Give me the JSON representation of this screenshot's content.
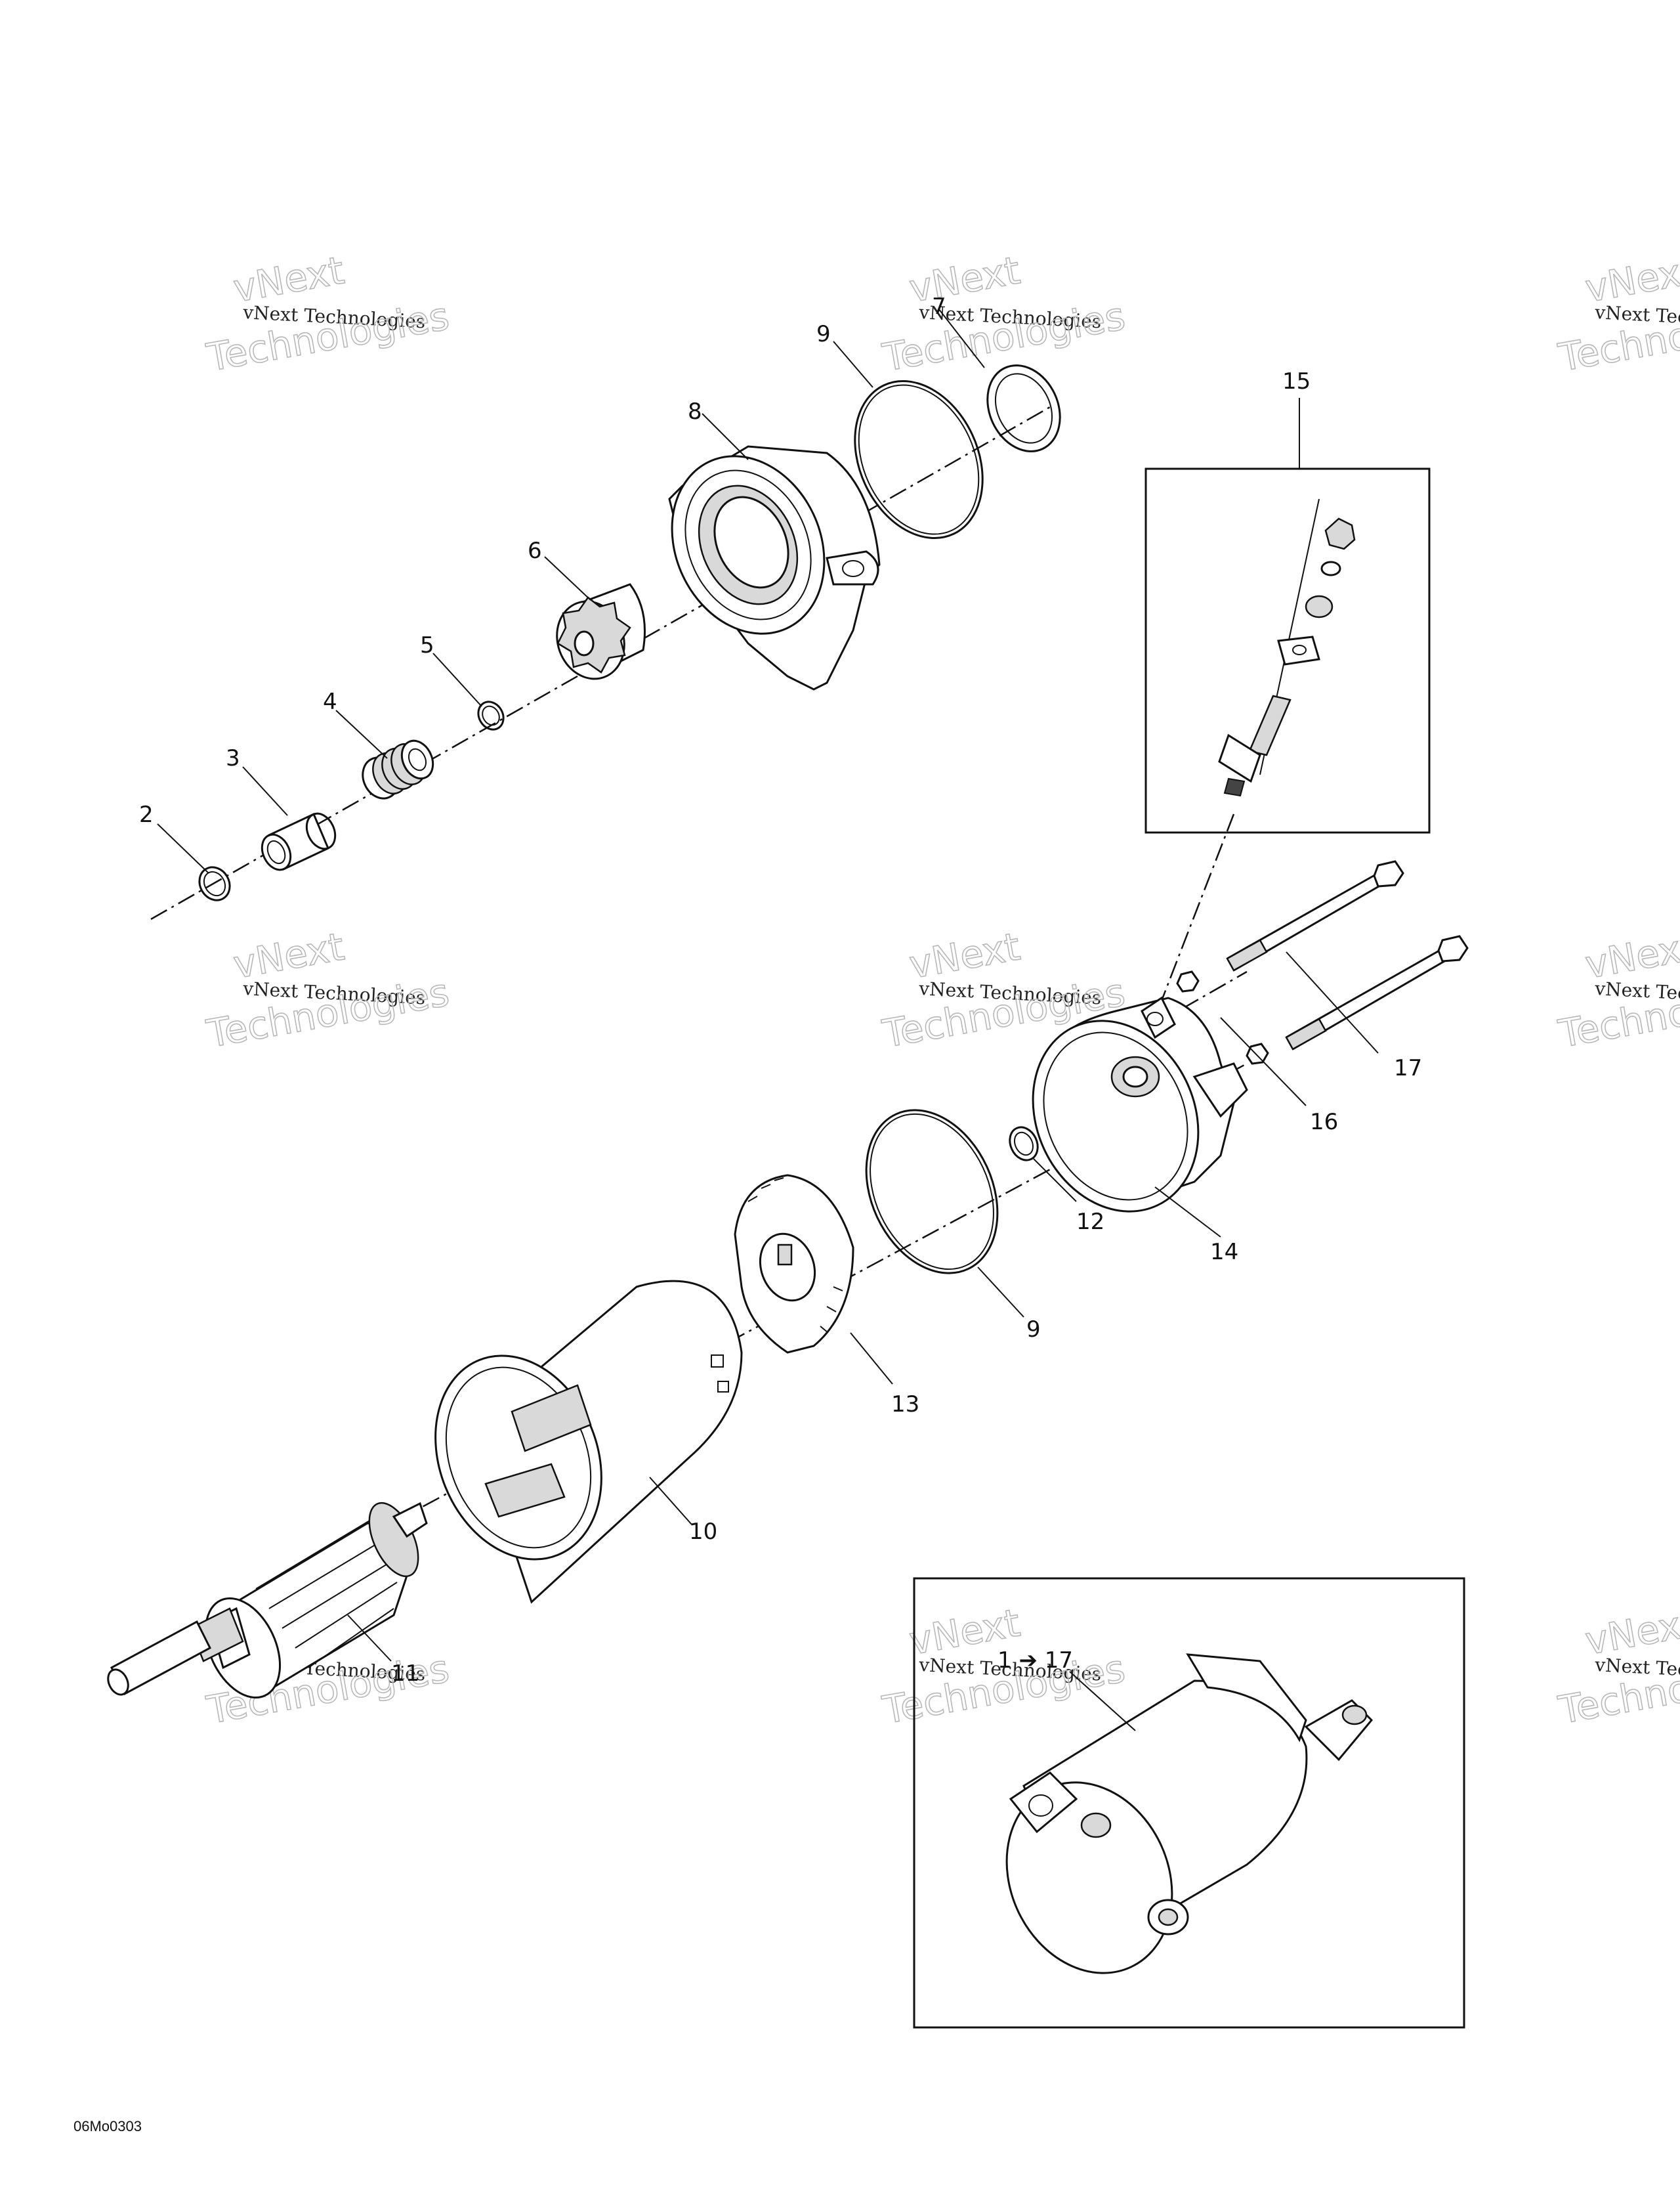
{
  "diagram": {
    "drawing_code": "06Mo0303",
    "assembly_inset_label": "1 ➔ 17",
    "part_labels": {
      "p2": "2",
      "p3": "3",
      "p4": "4",
      "p5": "5",
      "p6": "6",
      "p7": "7",
      "p8": "8",
      "p9a": "9",
      "p9b": "9",
      "p10": "10",
      "p11": "11",
      "p12": "12",
      "p13": "13",
      "p14": "14",
      "p15": "15",
      "p16": "16",
      "p17": "17"
    },
    "watermark": {
      "line1": "vNext",
      "line2": "vNext Technologies",
      "line3": "Technologies"
    }
  }
}
